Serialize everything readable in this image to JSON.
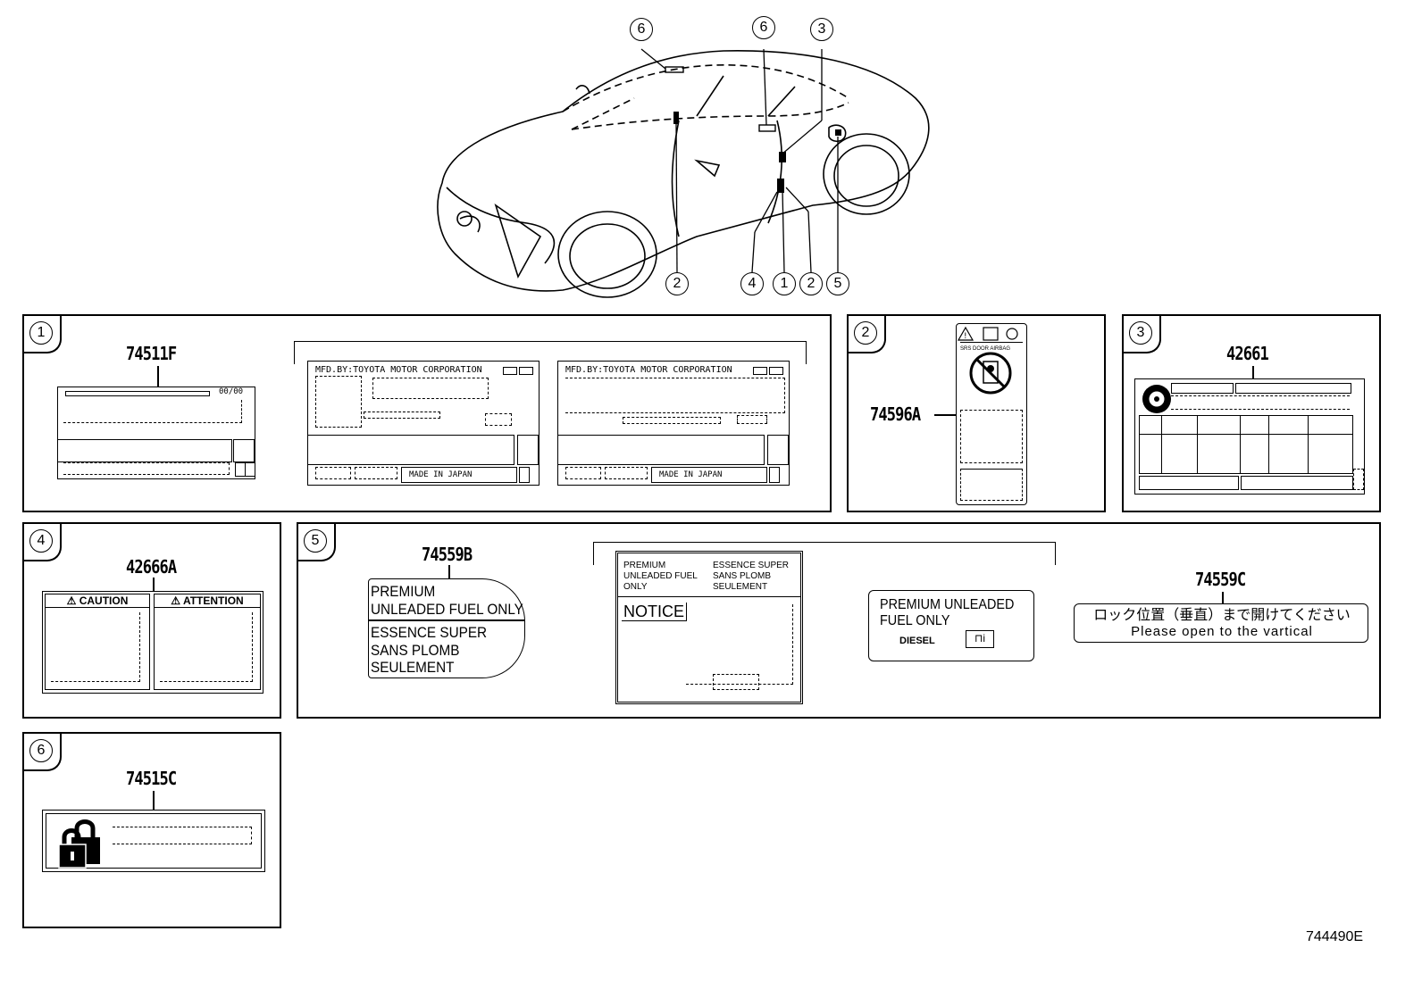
{
  "callouts": {
    "top_6a": "6",
    "top_6b": "6",
    "top_3": "3",
    "bottom_2a": "2",
    "bottom_4": "4",
    "bottom_1": "1",
    "bottom_2b": "2",
    "bottom_5": "5"
  },
  "panels": {
    "p1": {
      "index": "1",
      "part_number": "74511F",
      "label_code": "00/00",
      "mfd_a": "MFD.BY:TOYOTA MOTOR CORPORATION",
      "mfd_b": "MFD.BY:TOYOTA MOTOR CORPORATION",
      "made_a": "MADE IN JAPAN",
      "made_b": "MADE IN JAPAN"
    },
    "p2": {
      "index": "2",
      "part_number": "74596A",
      "icon_labels": "SRS  DOOR  AIRBAG"
    },
    "p3": {
      "index": "3",
      "part_number": "42661"
    },
    "p4": {
      "index": "4",
      "part_number": "42666A",
      "caution": "CAUTION",
      "attention": "ATTENTION"
    },
    "p5": {
      "index": "5",
      "part_number_b": "74559B",
      "part_number_c": "74559C",
      "fuel_en_1": "PREMIUM",
      "fuel_en_2": "UNLEADED FUEL ONLY",
      "fuel_fr_1": "ESSENCE SUPER",
      "fuel_fr_2": "SANS PLOMB",
      "fuel_fr_3": "SEULEMENT",
      "notice_en": "PREMIUM\nUNLEADED FUEL\nONLY",
      "notice_fr": "ESSENCE SUPER\nSANS PLOMB\nSEULEMENT",
      "notice_title": "NOTICE",
      "unleaded_1": "PREMIUM UNLEADED",
      "unleaded_2": "FUEL ONLY",
      "diesel": "DIESEL",
      "lock_jp": "ロック位置（垂直）まで開けてください",
      "lock_en": "Please open to the vartical"
    },
    "p6": {
      "index": "6",
      "part_number": "74515C"
    }
  },
  "figure_id": "744490E",
  "colors": {
    "ink": "#000000",
    "paper": "#ffffff"
  }
}
